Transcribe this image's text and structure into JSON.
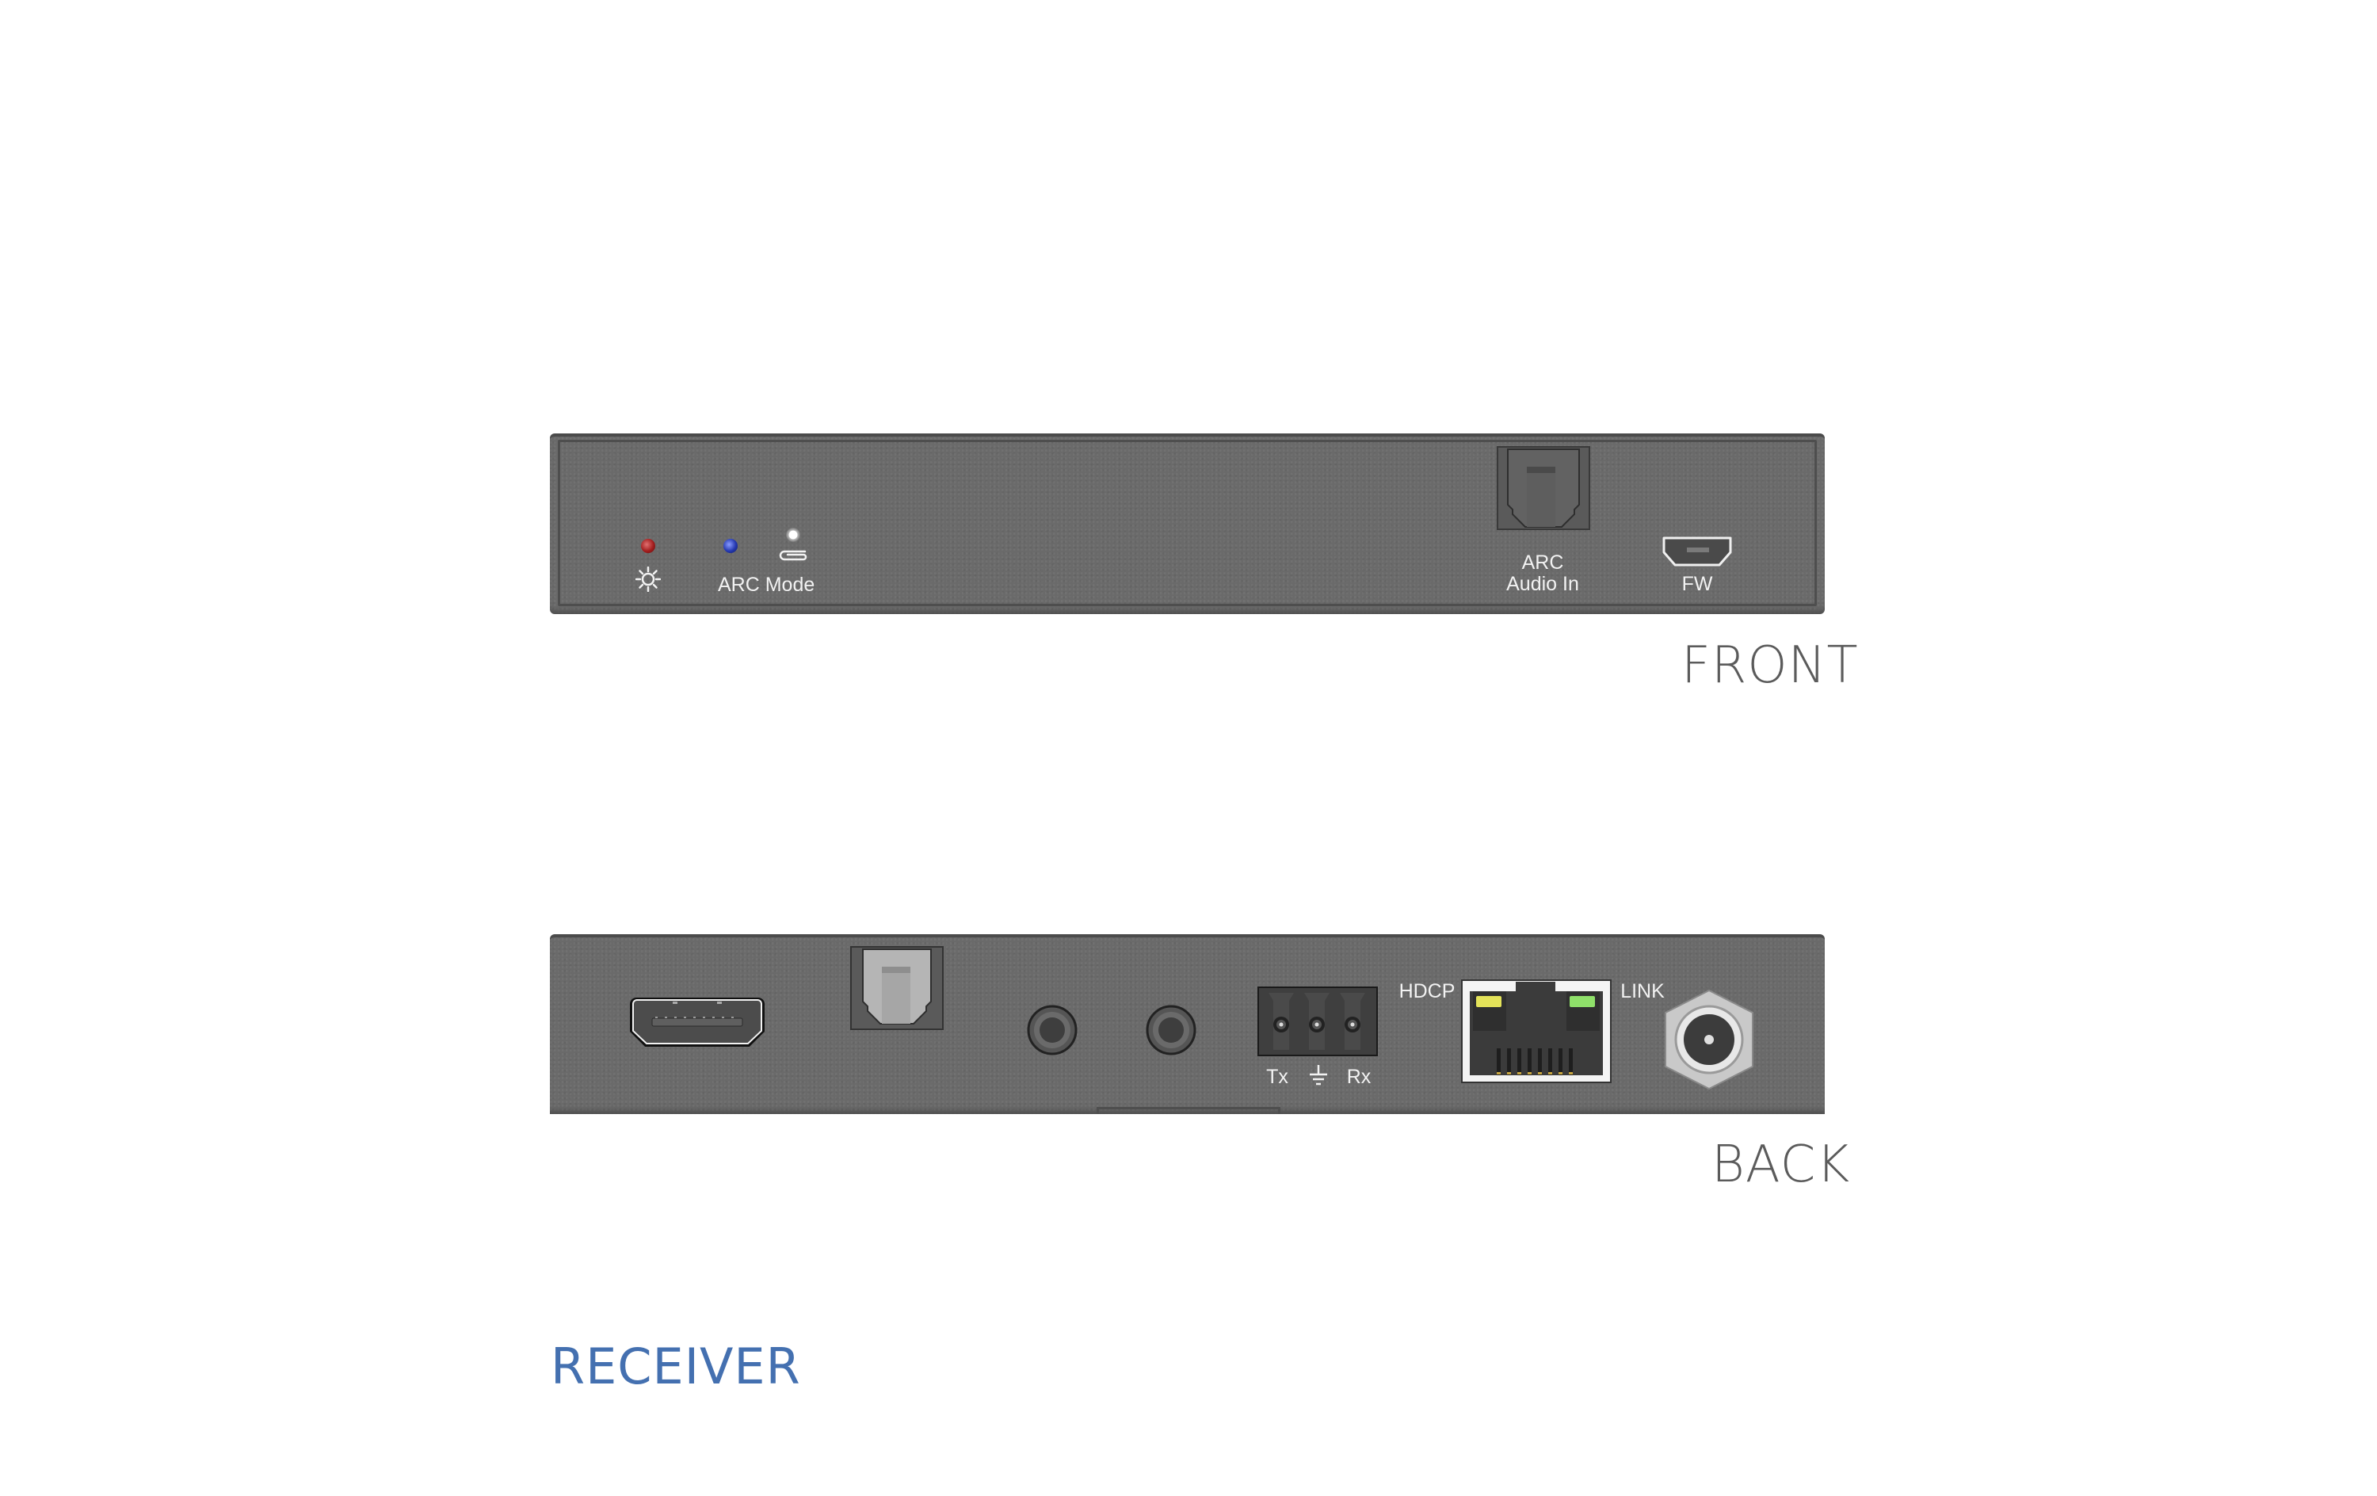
{
  "front_panel": {
    "view_label": "FRONT",
    "power_led": {
      "icon": "sun-icon",
      "color": "#a31e1e"
    },
    "arc_mode_led": {
      "color": "#2438b0"
    },
    "arc_mode_button": {
      "icon": "paperclip-icon"
    },
    "arc_mode_label": "ARC Mode",
    "arc_audio_in": {
      "label_line1": "ARC",
      "label_line2": "Audio In",
      "connector": "optical-toslink"
    },
    "fw_port": {
      "label": "FW",
      "connector": "micro-usb"
    }
  },
  "back_panel": {
    "view_label": "BACK",
    "hdmi_port": {
      "connector": "hdmi"
    },
    "optical_out": {
      "connector": "optical-toslink"
    },
    "audio_jacks": [
      {
        "connector": "3.5mm"
      },
      {
        "connector": "3.5mm"
      }
    ],
    "rs232_terminal": {
      "labels": [
        "Tx",
        "⏚",
        "Rx"
      ]
    },
    "rj45": {
      "hdcp_label": "HDCP",
      "link_label": "LINK",
      "hdcp_led_color": "#e4e35a",
      "link_led_color": "#8fe06a"
    },
    "dc_power": {
      "connector": "dc-barrel"
    }
  },
  "device_title": "RECEIVER",
  "colors": {
    "panel": "#6a6a6a",
    "title": "#4470b0",
    "view_label": "#5b5b5b"
  }
}
